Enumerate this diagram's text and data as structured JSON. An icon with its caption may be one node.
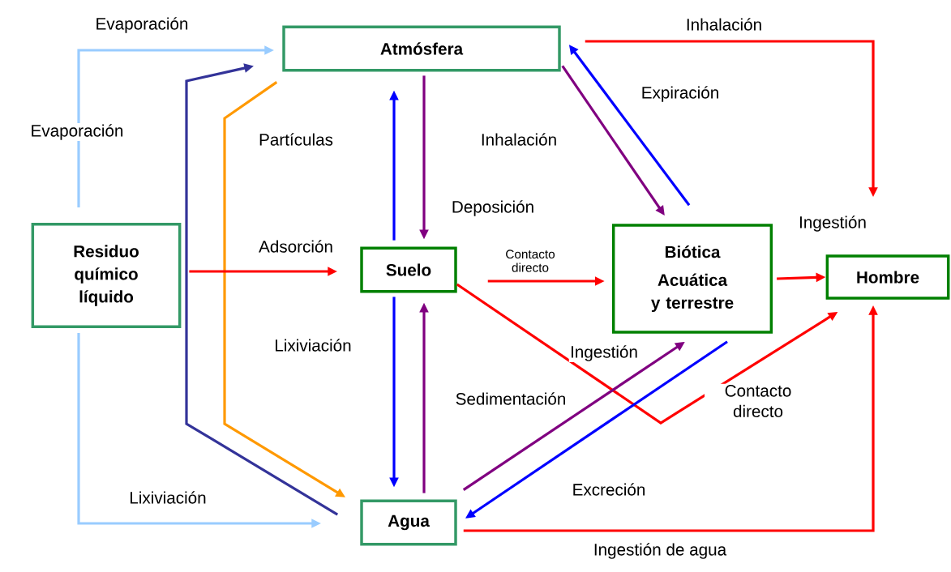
{
  "diagram": {
    "nodes": [
      {
        "text": [
          "Atmósfera"
        ]
      },
      {
        "text": [
          "Residuo químico líquido"
        ]
      },
      {
        "text": [
          "Suelo"
        ]
      },
      {
        "text": [
          "Biótica",
          "Acuática y terrestre"
        ]
      },
      {
        "text": [
          "Hombre"
        ]
      },
      {
        "text": [
          "Agua"
        ]
      }
    ],
    "edges": [
      {
        "from": 1,
        "to": 0,
        "arrow": "to",
        "label": "Evaporación",
        "color": "#99ccff"
      },
      {
        "from": 1,
        "to": 5,
        "arrow": "to",
        "label": "Lixiviación",
        "color": "#99ccff"
      },
      {
        "from": 5,
        "to": 0,
        "arrow": "to",
        "color": "#333399"
      },
      {
        "from": 0,
        "to": 5,
        "arrow": "to",
        "label": "Partículas",
        "color": "#ff9900"
      },
      {
        "from": 1,
        "to": 2,
        "arrow": "to",
        "label": "Adsorción",
        "color": "#ff0000"
      },
      {
        "from": 2,
        "to": 0,
        "arrow": "to",
        "color": "#0000ff"
      },
      {
        "from": 0,
        "to": 2,
        "arrow": "to",
        "label": "Deposición",
        "color": "#800080"
      },
      {
        "from": 2,
        "to": 3,
        "arrow": "to",
        "label": "Contacto directo",
        "color": "#ff0000"
      },
      {
        "from": 0,
        "to": 3,
        "arrow": "to",
        "label": "Inhalación",
        "color": "#800080"
      },
      {
        "from": 3,
        "to": 0,
        "arrow": "to",
        "label": "Expiración",
        "color": "#0000ff"
      },
      {
        "from": 0,
        "to": 4,
        "arrow": "to",
        "label": "Inhalación",
        "color": "#ff0000"
      },
      {
        "from": 3,
        "to": 4,
        "arrow": "to",
        "label": "Ingestión",
        "color": "#ff0000"
      },
      {
        "from": 2,
        "to": 4,
        "arrow": "to",
        "label": "Contacto directo",
        "color": "#ff0000"
      },
      {
        "from": 2,
        "to": 5,
        "arrow": "to",
        "label": "Lixiviación",
        "color": "#0000ff"
      },
      {
        "from": 5,
        "to": 2,
        "arrow": "to",
        "label": "Sedimentación",
        "color": "#800080"
      },
      {
        "from": 5,
        "to": 3,
        "arrow": "to",
        "color": "#800080"
      },
      {
        "from": 3,
        "to": 5,
        "arrow": "to",
        "label": "Excreción",
        "color": "#0000ff"
      },
      {
        "from": 5,
        "to": 4,
        "arrow": "to",
        "label": "Ingestión de agua",
        "color": "#ff0000"
      }
    ],
    "labels": [
      "Evaporación",
      "Ingestión"
    ]
  }
}
